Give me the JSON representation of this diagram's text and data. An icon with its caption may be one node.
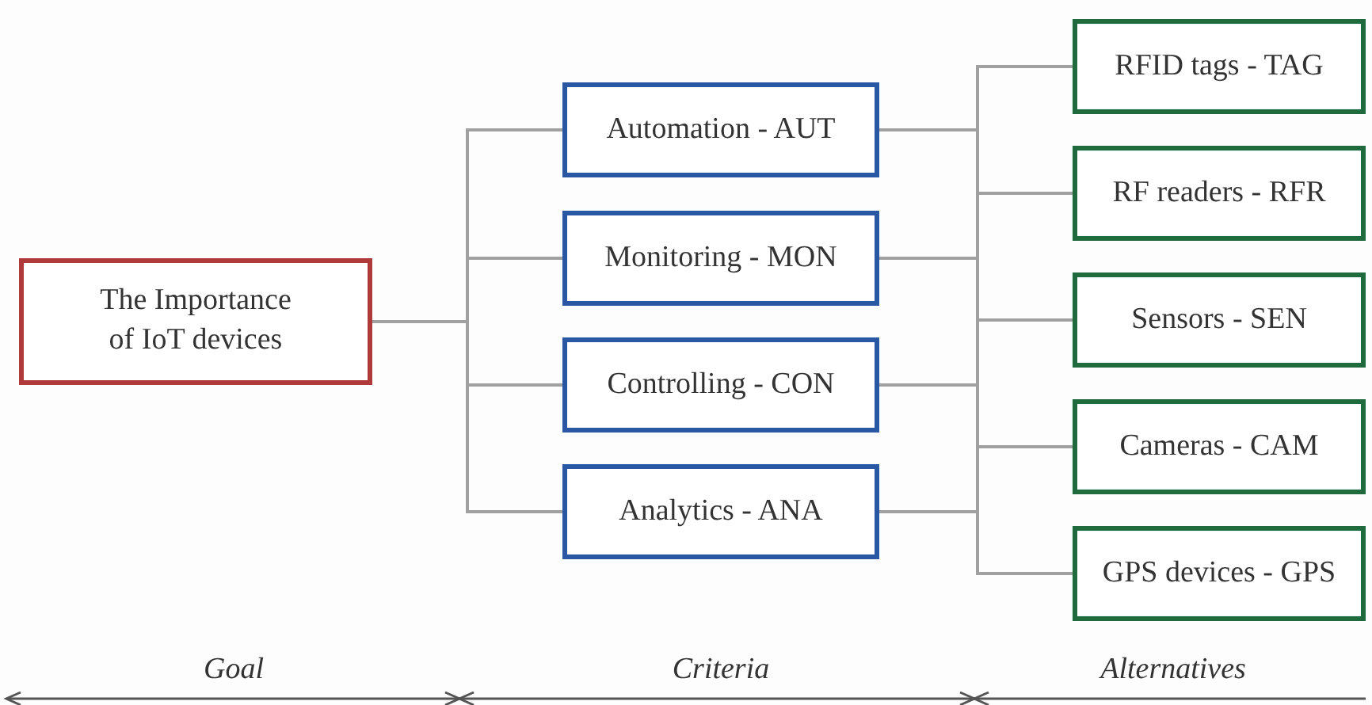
{
  "diagram": {
    "nodes": [
      {
        "text": [
          "The Importance of IoT devices"
        ]
      },
      {
        "text": [
          "Automation - AUT"
        ]
      },
      {
        "text": [
          "Monitoring - MON"
        ]
      },
      {
        "text": [
          "Controlling - CON"
        ]
      },
      {
        "text": [
          "Analytics - ANA"
        ]
      },
      {
        "text": [
          "RFID tags - TAG"
        ]
      },
      {
        "text": [
          "RF readers - RFR"
        ]
      },
      {
        "text": [
          "Sensors - SEN"
        ]
      },
      {
        "text": [
          "Cameras - CAM"
        ]
      },
      {
        "text": [
          "GPS devices - GPS"
        ]
      }
    ],
    "edges": [
      {
        "from": 0,
        "to": 1,
        "arrow": "none"
      },
      {
        "from": 0,
        "to": 2,
        "arrow": "none"
      },
      {
        "from": 0,
        "to": 3,
        "arrow": "none"
      },
      {
        "from": 0,
        "to": 4,
        "arrow": "none"
      },
      {
        "from": 1,
        "to": 5,
        "arrow": "none"
      },
      {
        "from": 1,
        "to": 6,
        "arrow": "none"
      },
      {
        "from": 1,
        "to": 7,
        "arrow": "none"
      },
      {
        "from": 1,
        "to": 8,
        "arrow": "none"
      },
      {
        "from": 1,
        "to": 9,
        "arrow": "none"
      },
      {
        "from": 2,
        "to": 5,
        "arrow": "none"
      },
      {
        "from": 2,
        "to": 6,
        "arrow": "none"
      },
      {
        "from": 2,
        "to": 7,
        "arrow": "none"
      },
      {
        "from": 2,
        "to": 8,
        "arrow": "none"
      },
      {
        "from": 2,
        "to": 9,
        "arrow": "none"
      },
      {
        "from": 3,
        "to": 5,
        "arrow": "none"
      },
      {
        "from": 3,
        "to": 6,
        "arrow": "none"
      },
      {
        "from": 3,
        "to": 7,
        "arrow": "none"
      },
      {
        "from": 3,
        "to": 8,
        "arrow": "none"
      },
      {
        "from": 3,
        "to": 9,
        "arrow": "none"
      },
      {
        "from": 4,
        "to": 5,
        "arrow": "none"
      },
      {
        "from": 4,
        "to": 6,
        "arrow": "none"
      },
      {
        "from": 4,
        "to": 7,
        "arrow": "none"
      },
      {
        "from": 4,
        "to": 8,
        "arrow": "none"
      },
      {
        "from": 4,
        "to": 9,
        "arrow": "none"
      }
    ],
    "labels": [
      "Goal",
      "Criteria",
      "Alternatives"
    ]
  }
}
